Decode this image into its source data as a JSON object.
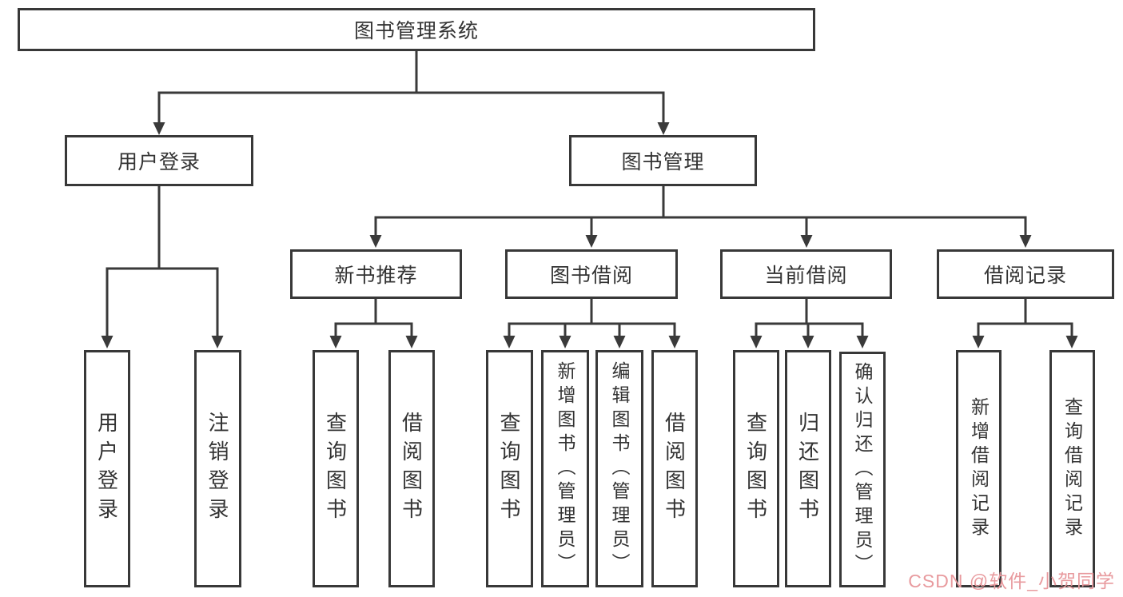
{
  "diagram": {
    "root": {
      "label": "图书管理系统"
    },
    "branches": [
      {
        "label": "用户登录",
        "children": [
          {
            "label": "用户登录"
          },
          {
            "label": "注销登录"
          }
        ]
      },
      {
        "label": "图书管理",
        "children": [
          {
            "label": "新书推荐",
            "children": [
              {
                "label": "查询图书"
              },
              {
                "label": "借阅图书"
              }
            ]
          },
          {
            "label": "图书借阅",
            "children": [
              {
                "label": "查询图书"
              },
              {
                "label": "新增图书（管理员）"
              },
              {
                "label": "编辑图书（管理员）"
              },
              {
                "label": "借阅图书"
              }
            ]
          },
          {
            "label": "当前借阅",
            "children": [
              {
                "label": "查询图书"
              },
              {
                "label": "归还图书"
              },
              {
                "label": "确认归还（管理员）"
              }
            ]
          },
          {
            "label": "借阅记录",
            "children": [
              {
                "label": "新增借阅记录"
              },
              {
                "label": "查询借阅记录"
              }
            ]
          }
        ]
      }
    ]
  },
  "watermark": {
    "text": "CSDN @软件_小贺同学",
    "color": "#e89a9e"
  },
  "colors": {
    "line": "#3a3a3a",
    "border": "#383838",
    "text": "#333333",
    "background": "#ffffff"
  }
}
